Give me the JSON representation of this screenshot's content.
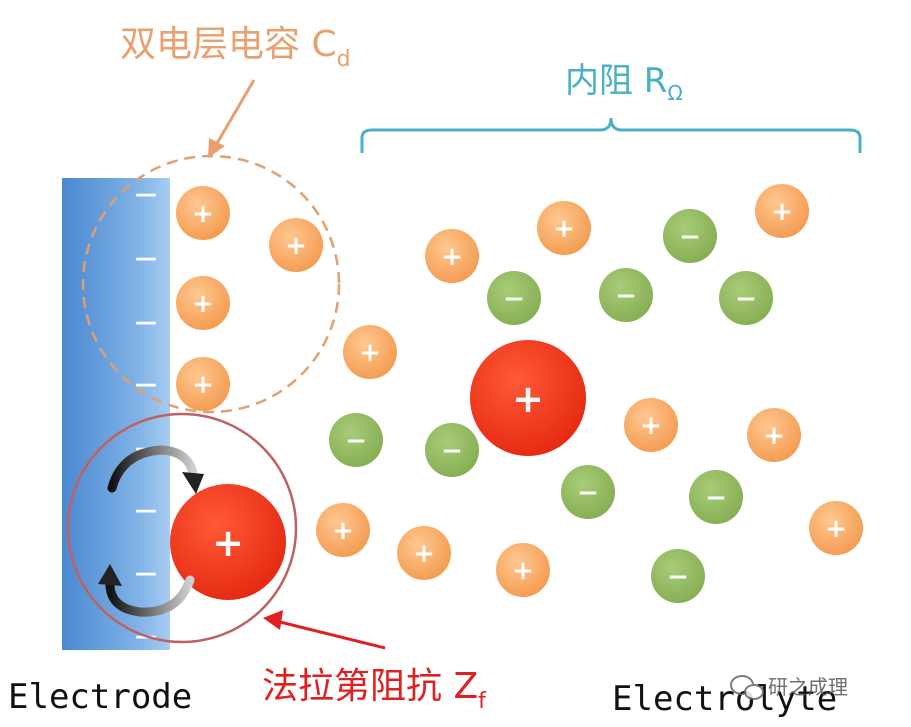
{
  "labels": {
    "double_layer_capacitance": "双电层电容 C",
    "double_layer_capacitance_sub": "d",
    "internal_resistance": "内阻 R",
    "internal_resistance_sub": "Ω",
    "faradaic_impedance": "法拉第阻抗 Z",
    "faradaic_impedance_sub": "f",
    "electrode": "Electrode",
    "electrolyte": "Electrolyte",
    "watermark": "研之成理"
  },
  "symbols": {
    "positive": "+",
    "negative": "−",
    "electrode_charge": "—"
  },
  "colors": {
    "electrode_blue": "#5b9bd5",
    "cation_orange": "#f5a15a",
    "anion_green": "#8db65a",
    "large_ion_red": "#e8321a",
    "cd_label_orange": "#e8a070",
    "r_label_teal": "#4ab0c4",
    "zf_label_red": "#e02020",
    "zf_circle": "#c06060"
  },
  "icons": [
    "arrow-icon",
    "curved-arrow-icon",
    "wechat-icon"
  ]
}
